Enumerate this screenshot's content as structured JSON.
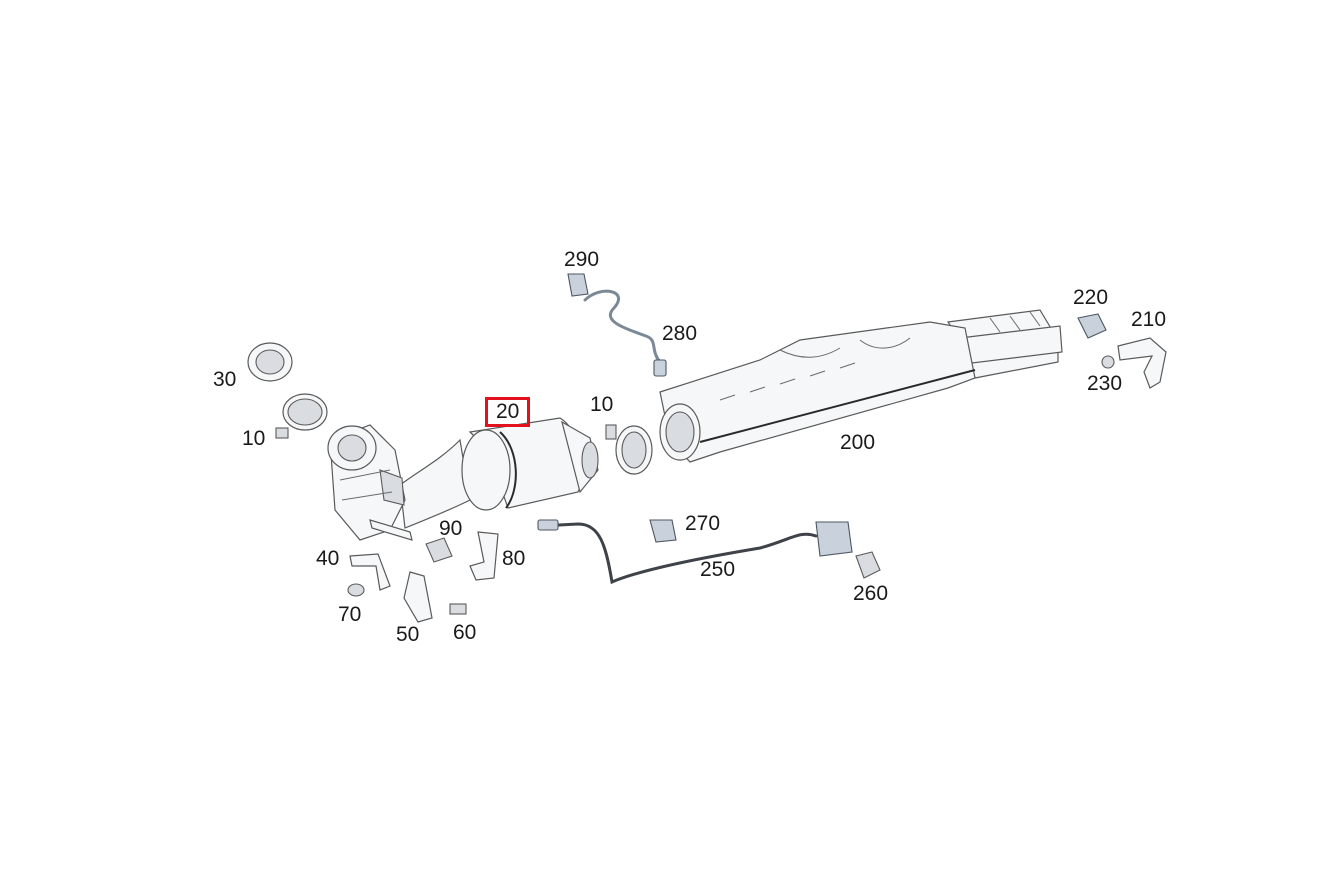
{
  "diagram": {
    "selected_callout": "20",
    "highlight_color": "#e3111b",
    "callouts": {
      "c290": "290",
      "c280": "280",
      "c220": "220",
      "c210": "210",
      "c230": "230",
      "c30": "30",
      "c10a": "10",
      "c20": "20",
      "c10b": "10",
      "c200": "200",
      "c90": "90",
      "c80": "80",
      "c40": "40",
      "c70": "70",
      "c50": "50",
      "c60": "60",
      "c270": "270",
      "c250": "250",
      "c260": "260"
    }
  }
}
